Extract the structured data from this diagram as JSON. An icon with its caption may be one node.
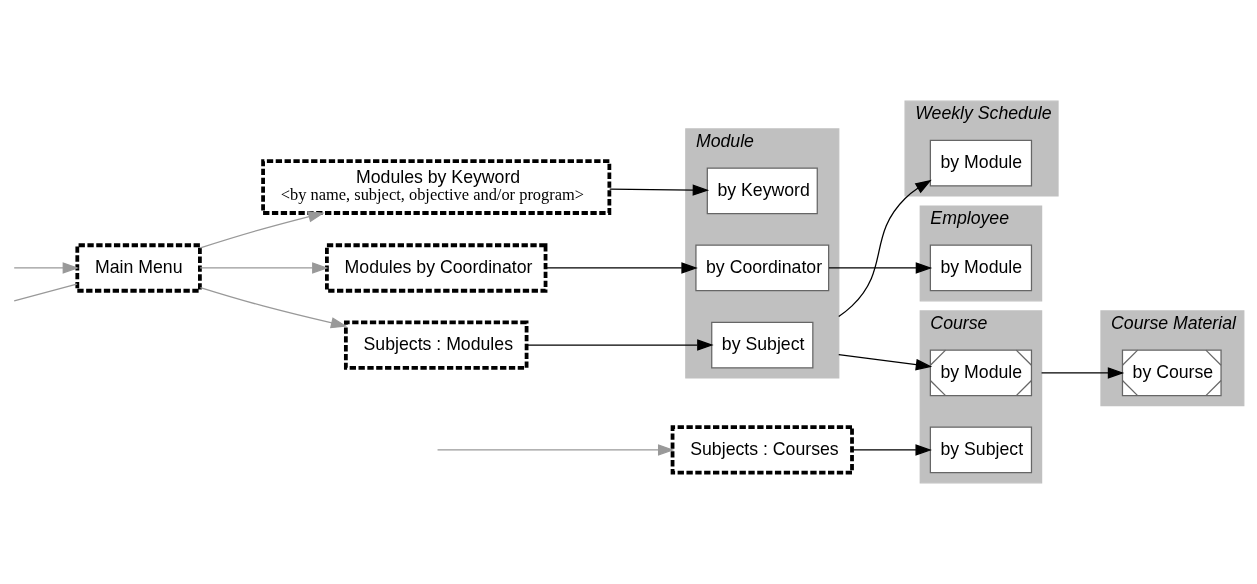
{
  "diagram": {
    "nodes": [
      {
        "text": [
          "Main Menu"
        ]
      },
      {
        "text": [
          "Subjects : Modules"
        ]
      },
      {
        "text": [
          "Modules by Keyword",
          "<by name, subject, objective and/or program>"
        ]
      },
      {
        "text": [
          "Modules by Coordinator"
        ]
      },
      {
        "text": [
          "Module"
        ]
      },
      {
        "text": [
          "by Subject"
        ],
        "in": 4
      },
      {
        "text": [
          "by Keyword"
        ],
        "in": 4
      },
      {
        "text": [
          "by Coordinator"
        ],
        "in": 4
      },
      {
        "text": [
          "Course Material"
        ]
      },
      {
        "text": [
          "by Course"
        ],
        "in": 8
      },
      {
        "text": [
          "Course"
        ]
      },
      {
        "text": [
          "by Module"
        ],
        "in": 10
      },
      {
        "text": [
          "by Subject"
        ],
        "in": 10
      },
      {
        "text": [
          "Employee"
        ]
      },
      {
        "text": [
          "by Module"
        ],
        "in": 13
      },
      {
        "text": [
          "Weekly Schedule"
        ]
      },
      {
        "text": [
          "by Module"
        ],
        "in": 15
      },
      {
        "text": [
          "Subjects : Courses"
        ]
      }
    ],
    "edges": [
      {
        "from": 0,
        "to": null,
        "arrow": "none",
        "color": "#999999"
      },
      {
        "from": 0,
        "to": 1,
        "arrow": "to",
        "color": "#999999"
      },
      {
        "from": 0,
        "to": 2,
        "arrow": "to",
        "color": "#999999"
      },
      {
        "from": 0,
        "to": 3,
        "arrow": "to",
        "color": "#999999"
      },
      {
        "from": null,
        "to": 0,
        "arrow": "to",
        "color": "#999999"
      },
      {
        "from": 1,
        "to": 5,
        "arrow": "to"
      },
      {
        "from": 2,
        "to": 6,
        "arrow": "to"
      },
      {
        "from": 3,
        "to": 7,
        "arrow": "to"
      },
      {
        "from": 7,
        "to": 14,
        "arrow": "to"
      },
      {
        "from": 4,
        "to": 16,
        "arrow": "to"
      },
      {
        "from": 4,
        "to": 11,
        "arrow": "to"
      },
      {
        "from": 10,
        "to": 9,
        "arrow": "to"
      },
      {
        "from": 17,
        "to": 12,
        "arrow": "to"
      },
      {
        "from": null,
        "to": 17,
        "arrow": "to",
        "color": "#999999"
      }
    ]
  }
}
